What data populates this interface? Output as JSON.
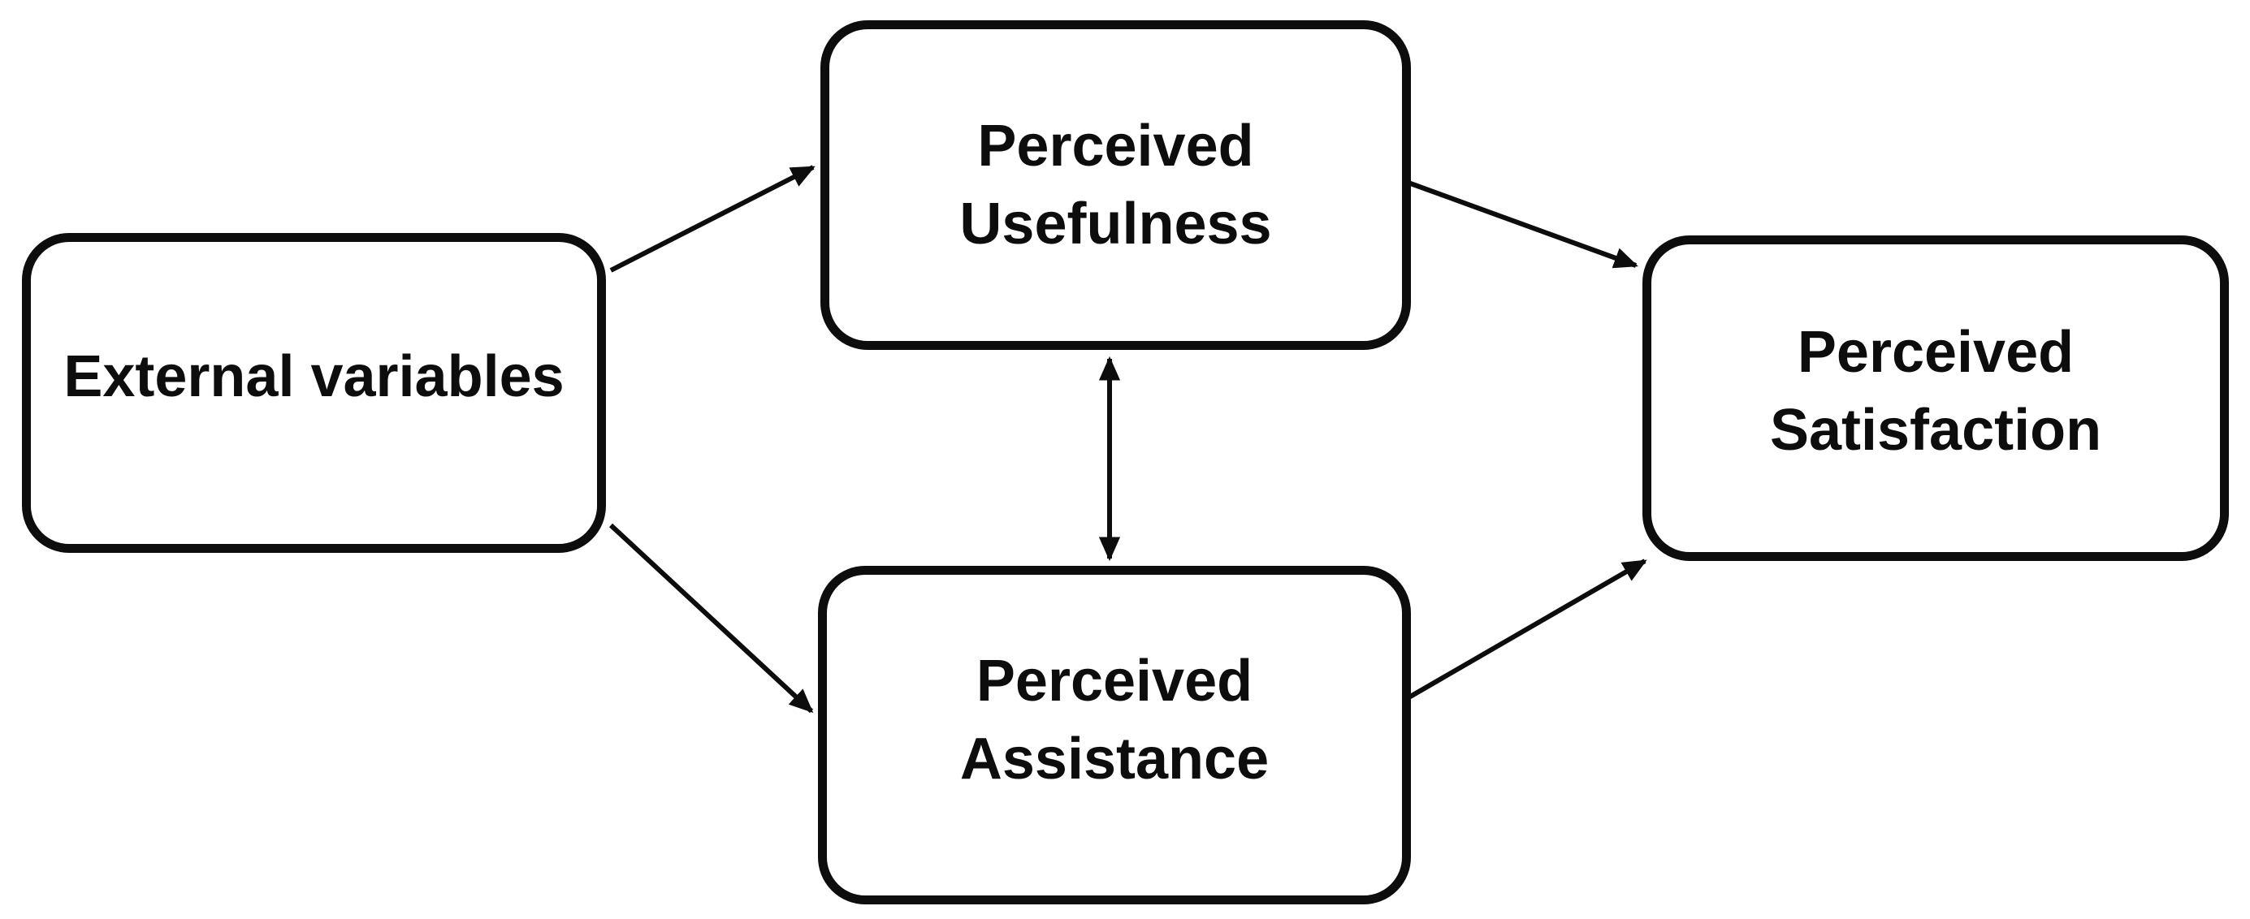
{
  "diagram": {
    "background_color": "#ffffff",
    "line_color": "#0d0d0d",
    "text_color": "#0d0d0d",
    "nodes": [
      {
        "id": "external-variables",
        "label": "External variables",
        "lines": [
          "External variables"
        ]
      },
      {
        "id": "perceived-usefulness",
        "label": "Perceived Usefulness",
        "lines": [
          "Perceived",
          "Usefulness"
        ]
      },
      {
        "id": "perceived-assistance",
        "label": "Perceived Assistance",
        "lines": [
          "Perceived",
          "Assistance"
        ]
      },
      {
        "id": "perceived-satisfaction",
        "label": "Perceived Satisfaction",
        "lines": [
          "Perceived",
          "Satisfaction"
        ]
      }
    ],
    "edges": [
      {
        "from": "external-variables",
        "to": "perceived-usefulness",
        "arrow": "one-way"
      },
      {
        "from": "external-variables",
        "to": "perceived-assistance",
        "arrow": "one-way"
      },
      {
        "from": "perceived-usefulness",
        "to": "perceived-assistance",
        "arrow": "two-way"
      },
      {
        "from": "perceived-usefulness",
        "to": "perceived-satisfaction",
        "arrow": "one-way"
      },
      {
        "from": "perceived-assistance",
        "to": "perceived-satisfaction",
        "arrow": "one-way"
      }
    ]
  }
}
